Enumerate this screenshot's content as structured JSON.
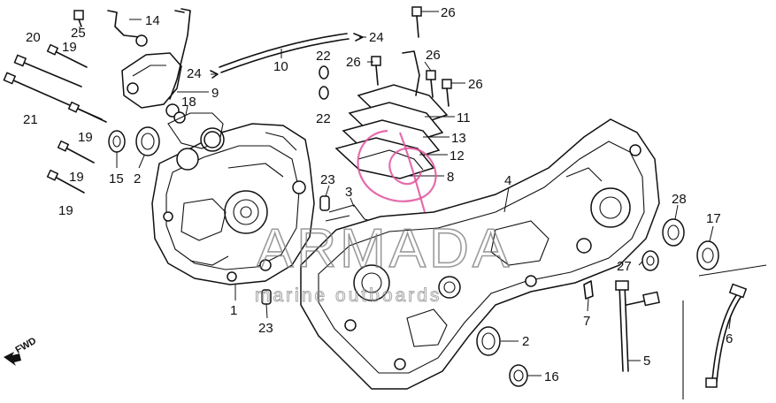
{
  "watermark": {
    "brand": "ARMADA",
    "tagline": "marine outboards",
    "logo_color": "#e0529c"
  },
  "direction_label": "FWD",
  "callouts": [
    {
      "id": "c1",
      "label": "1"
    },
    {
      "id": "c2a",
      "label": "2"
    },
    {
      "id": "c2b",
      "label": "2"
    },
    {
      "id": "c3",
      "label": "3"
    },
    {
      "id": "c4",
      "label": "4"
    },
    {
      "id": "c5",
      "label": "5"
    },
    {
      "id": "c6",
      "label": "6"
    },
    {
      "id": "c7",
      "label": "7"
    },
    {
      "id": "c8",
      "label": "8"
    },
    {
      "id": "c9",
      "label": "9"
    },
    {
      "id": "c10",
      "label": "10"
    },
    {
      "id": "c11",
      "label": "11"
    },
    {
      "id": "c12",
      "label": "12"
    },
    {
      "id": "c13",
      "label": "13"
    },
    {
      "id": "c14",
      "label": "14"
    },
    {
      "id": "c15",
      "label": "15"
    },
    {
      "id": "c16",
      "label": "16"
    },
    {
      "id": "c17",
      "label": "17"
    },
    {
      "id": "c18",
      "label": "18"
    },
    {
      "id": "c19a",
      "label": "19"
    },
    {
      "id": "c19b",
      "label": "19"
    },
    {
      "id": "c19c",
      "label": "19"
    },
    {
      "id": "c19d",
      "label": "19"
    },
    {
      "id": "c20",
      "label": "20"
    },
    {
      "id": "c21",
      "label": "21"
    },
    {
      "id": "c22a",
      "label": "22"
    },
    {
      "id": "c22b",
      "label": "22"
    },
    {
      "id": "c23a",
      "label": "23"
    },
    {
      "id": "c23b",
      "label": "23"
    },
    {
      "id": "c24a",
      "label": "24"
    },
    {
      "id": "c24b",
      "label": "24"
    },
    {
      "id": "c25",
      "label": "25"
    },
    {
      "id": "c26a",
      "label": "26"
    },
    {
      "id": "c26b",
      "label": "26"
    },
    {
      "id": "c26c",
      "label": "26"
    },
    {
      "id": "c26d",
      "label": "26"
    },
    {
      "id": "c27",
      "label": "27"
    },
    {
      "id": "c28",
      "label": "28"
    }
  ]
}
